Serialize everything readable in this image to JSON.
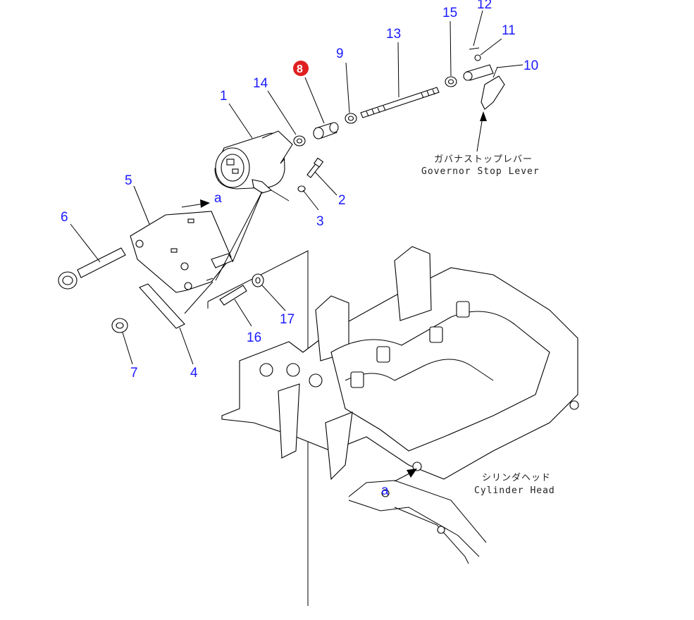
{
  "diagram": {
    "title": "Governor stop solenoid assembly",
    "part_numbers": {
      "p1": "1",
      "p2": "2",
      "p3": "3",
      "p4": "4",
      "p5": "5",
      "p6": "6",
      "p7": "7",
      "p8": "8",
      "p9": "9",
      "p10": "10",
      "p11": "11",
      "p12": "12",
      "p13": "13",
      "p14": "14",
      "p15": "15",
      "p16": "16",
      "p17": "17"
    },
    "highlighted_part": "8",
    "reference_mark": "a",
    "callouts": {
      "governor_stop_lever_jp": "ガバナストップレバー",
      "governor_stop_lever_en": "Governor Stop Lever",
      "cylinder_head_jp": "シリンダヘッド",
      "cylinder_head_en": "Cylinder Head"
    },
    "colors": {
      "number_blue": "#1a1aff",
      "highlight_red": "#e02020"
    }
  }
}
